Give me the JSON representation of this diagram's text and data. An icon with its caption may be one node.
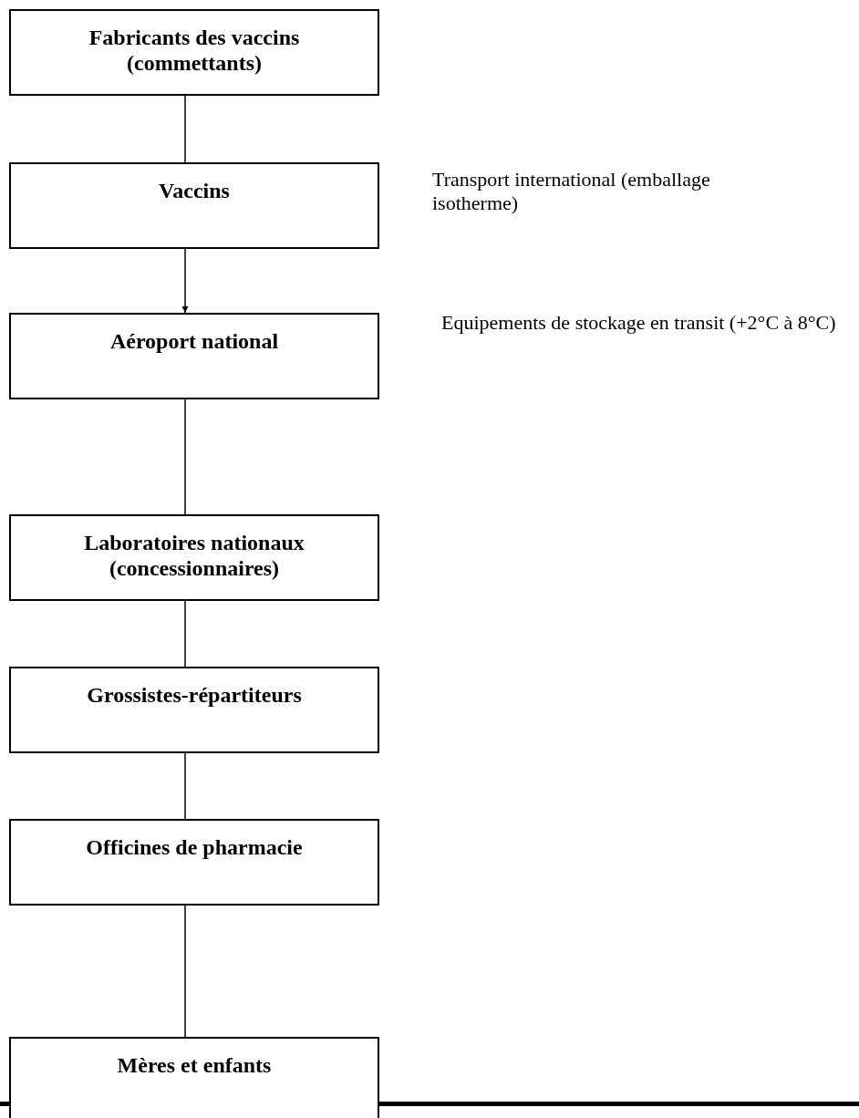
{
  "diagram": {
    "nodes": [
      {
        "text": [
          "Fabricants des vaccins (commettants)"
        ]
      },
      {
        "text": [
          "Vaccins"
        ],
        "beside": [
          "Transport international (emballage isotherme)"
        ]
      },
      {
        "text": [
          "Aéroport national"
        ],
        "beside": [
          "Equipements de stockage en transit (+2°C à 8°C)"
        ]
      },
      {
        "text": [
          "Laboratoires nationaux (concessionnaires)"
        ]
      },
      {
        "text": [
          "Grossistes-répartiteurs"
        ]
      },
      {
        "text": [
          "Officines de pharmacie"
        ]
      },
      {
        "text": [
          "Mères et enfants"
        ]
      }
    ],
    "edges": [
      {
        "from": 0,
        "to": 1,
        "arrow": "none"
      },
      {
        "from": 1,
        "to": 2,
        "arrow": "to"
      },
      {
        "from": 2,
        "to": 3,
        "arrow": "none"
      },
      {
        "from": 3,
        "to": 4,
        "arrow": "none"
      },
      {
        "from": 4,
        "to": 5,
        "arrow": "none"
      },
      {
        "from": 5,
        "to": 6,
        "arrow": "none"
      }
    ]
  }
}
